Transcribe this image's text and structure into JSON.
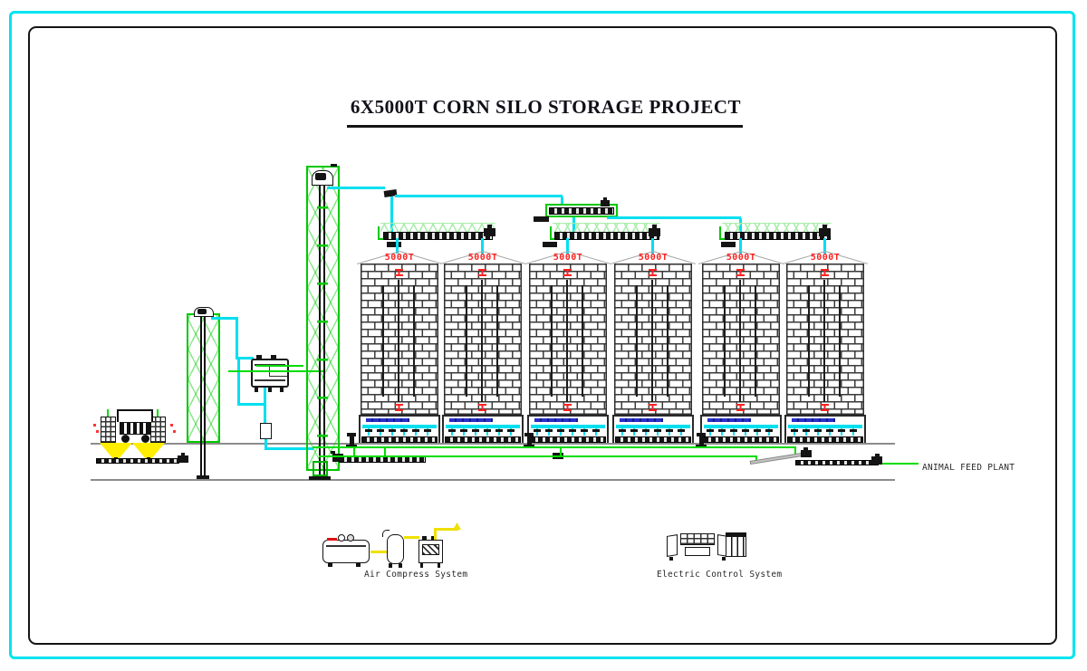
{
  "title": "6X5000T CORN SILO STORAGE PROJECT",
  "silos": [
    {
      "label": "5000T"
    },
    {
      "label": "5000T"
    },
    {
      "label": "5000T"
    },
    {
      "label": "5000T"
    },
    {
      "label": "5000T"
    },
    {
      "label": "5000T"
    }
  ],
  "annotations": {
    "animal_feed_plant": "ANIMAL FEED PLANT",
    "air_compress_system": "Air Compress System",
    "electric_control_system": "Electric Control System"
  },
  "colors": {
    "frame_outer": "#00e5f0",
    "frame_inner": "#151515",
    "pipe_cyan": "#00dff0",
    "elevator_truss_green": "#00c800",
    "process_line_green": "#00dd00",
    "roof_truss_pale_green": "#a8edaa",
    "capacity_text_red": "#ff2020",
    "intake_funnel_yellow": "#ffee00",
    "air_line_yellow": "#f0e000",
    "aeration_strip_blue": "#2830c8",
    "ground_line_gray": "#8c8c8c"
  }
}
